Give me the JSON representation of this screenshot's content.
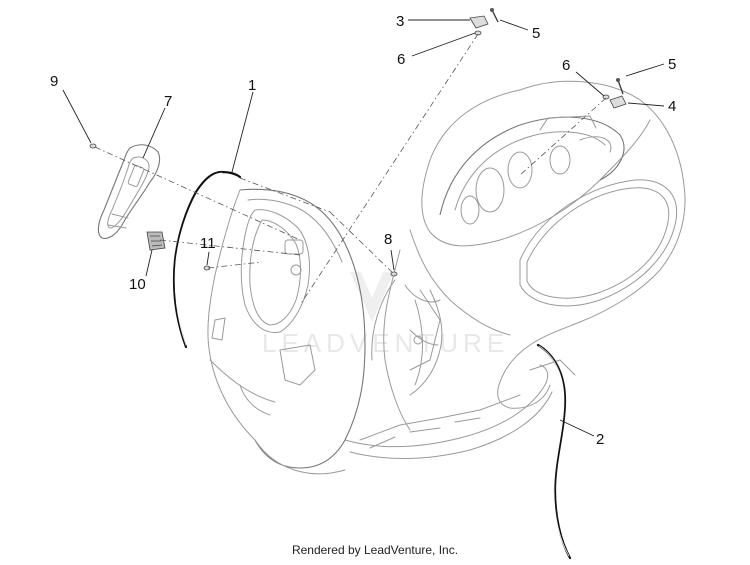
{
  "diagram": {
    "callouts": [
      {
        "id": "c9",
        "label": "9"
      },
      {
        "id": "c7",
        "label": "7"
      },
      {
        "id": "c1",
        "label": "1"
      },
      {
        "id": "c3",
        "label": "3"
      },
      {
        "id": "c5a",
        "label": "5"
      },
      {
        "id": "c6a",
        "label": "6"
      },
      {
        "id": "c6b",
        "label": "6"
      },
      {
        "id": "c5b",
        "label": "5"
      },
      {
        "id": "c4",
        "label": "4"
      },
      {
        "id": "c8",
        "label": "8"
      },
      {
        "id": "c11",
        "label": "11"
      },
      {
        "id": "c10",
        "label": "10"
      },
      {
        "id": "c2",
        "label": "2"
      }
    ],
    "watermark": "LEADVENTURE",
    "footer": "Rendered by LeadVenture, Inc."
  }
}
